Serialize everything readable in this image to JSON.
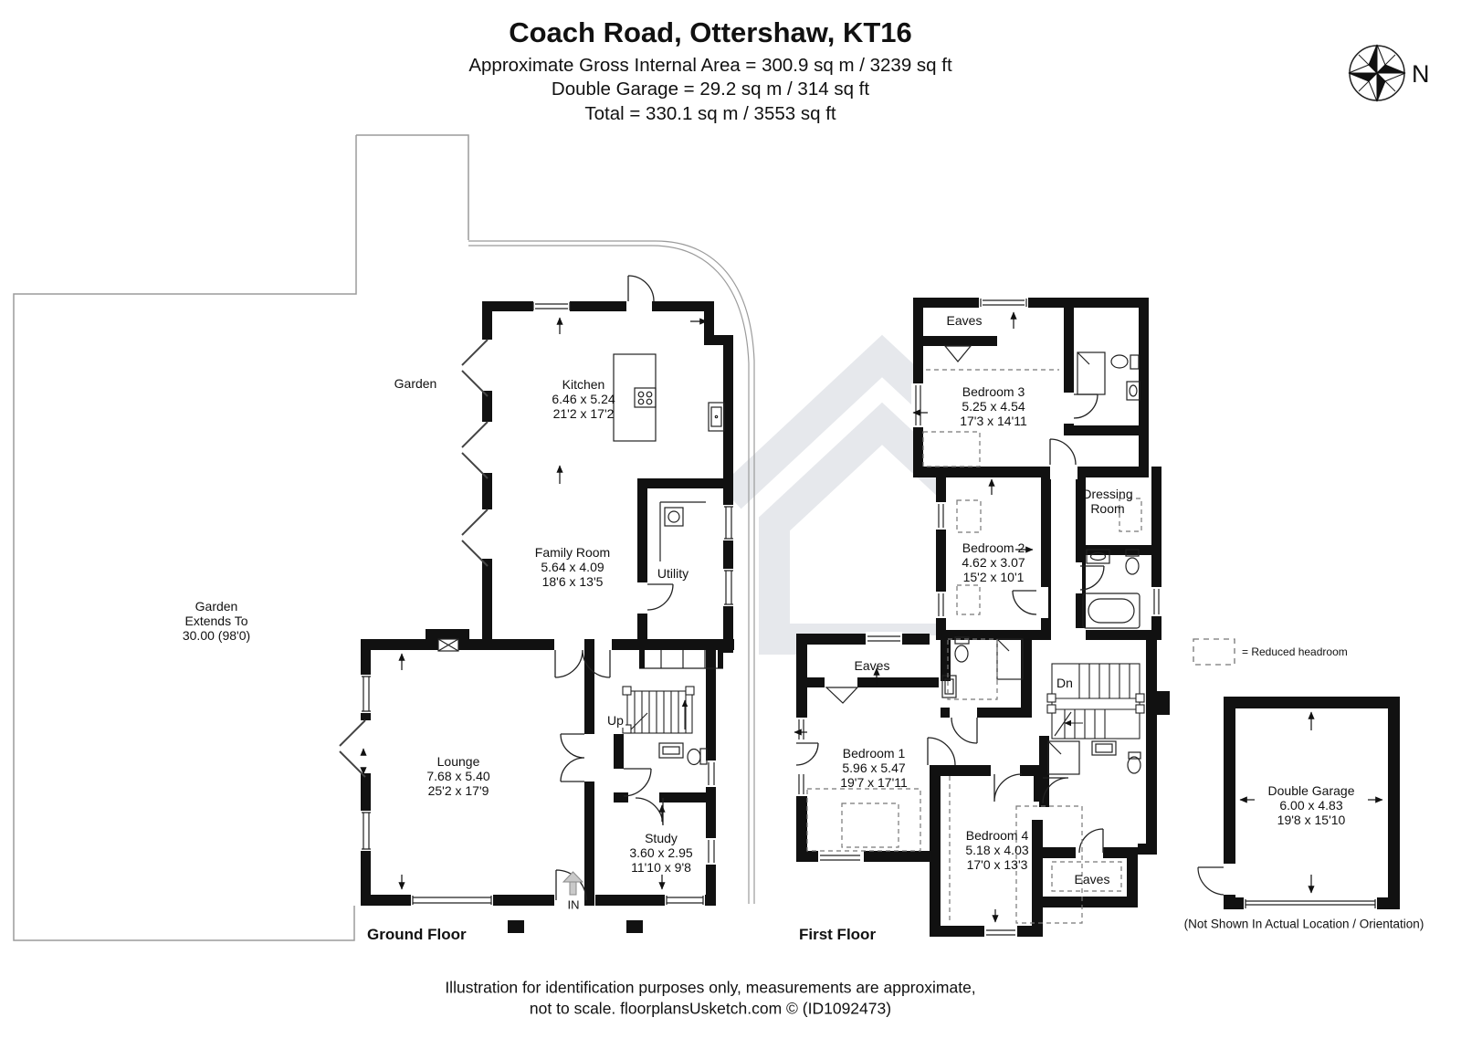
{
  "header": {
    "title": "Coach Road, Ottershaw, KT16",
    "area_line": "Approximate Gross Internal Area = 300.9 sq m / 3239 sq ft",
    "garage_line": "Double Garage = 29.2 sq m / 314 sq ft",
    "total_line": "Total = 330.1 sq m / 3553 sq ft"
  },
  "compass": {
    "north": "N"
  },
  "ground_floor": {
    "label": "Ground Floor",
    "garden_label": "Garden",
    "garden_extends": {
      "l1": "Garden",
      "l2": "Extends To",
      "l3": "30.00 (98'0)"
    },
    "kitchen": {
      "name": "Kitchen",
      "metric": "6.46 x 5.24",
      "imperial": "21'2 x 17'2"
    },
    "family_room": {
      "name": "Family Room",
      "metric": "5.64 x 4.09",
      "imperial": "18'6 x 13'5"
    },
    "utility": {
      "name": "Utility"
    },
    "lounge": {
      "name": "Lounge",
      "metric": "7.68 x 5.40",
      "imperial": "25'2 x 17'9"
    },
    "study": {
      "name": "Study",
      "metric": "3.60 x 2.95",
      "imperial": "11'10 x 9'8"
    },
    "stairs_up": "Up",
    "entrance": "IN"
  },
  "first_floor": {
    "label": "First Floor",
    "eaves": "Eaves",
    "bedroom1": {
      "name": "Bedroom 1",
      "metric": "5.96 x 5.47",
      "imperial": "19'7 x 17'11"
    },
    "bedroom2": {
      "name": "Bedroom 2",
      "metric": "4.62 x 3.07",
      "imperial": "15'2 x 10'1"
    },
    "bedroom3": {
      "name": "Bedroom 3",
      "metric": "5.25 x 4.54",
      "imperial": "17'3 x 14'11"
    },
    "bedroom4": {
      "name": "Bedroom 4",
      "metric": "5.18 x 4.03",
      "imperial": "17'0 x 13'3"
    },
    "dressing_room": {
      "l1": "Dressing",
      "l2": "Room"
    },
    "stairs_dn": "Dn"
  },
  "garage": {
    "name": "Double Garage",
    "metric": "6.00 x 4.83",
    "imperial": "19'8 x 15'10",
    "caption": "(Not Shown In Actual Location / Orientation)"
  },
  "legend": {
    "reduced_headroom": "= Reduced headroom"
  },
  "footer": {
    "line1": "Illustration for identification purposes only, measurements are approximate,",
    "line2": "not to scale. floorplansUsketch.com © (ID1092473)"
  },
  "colors": {
    "wall": "#111111",
    "thin": "#222222",
    "garden": "#9b9b9b",
    "watermark": "#e6e8ec",
    "dashed": "#777777"
  }
}
